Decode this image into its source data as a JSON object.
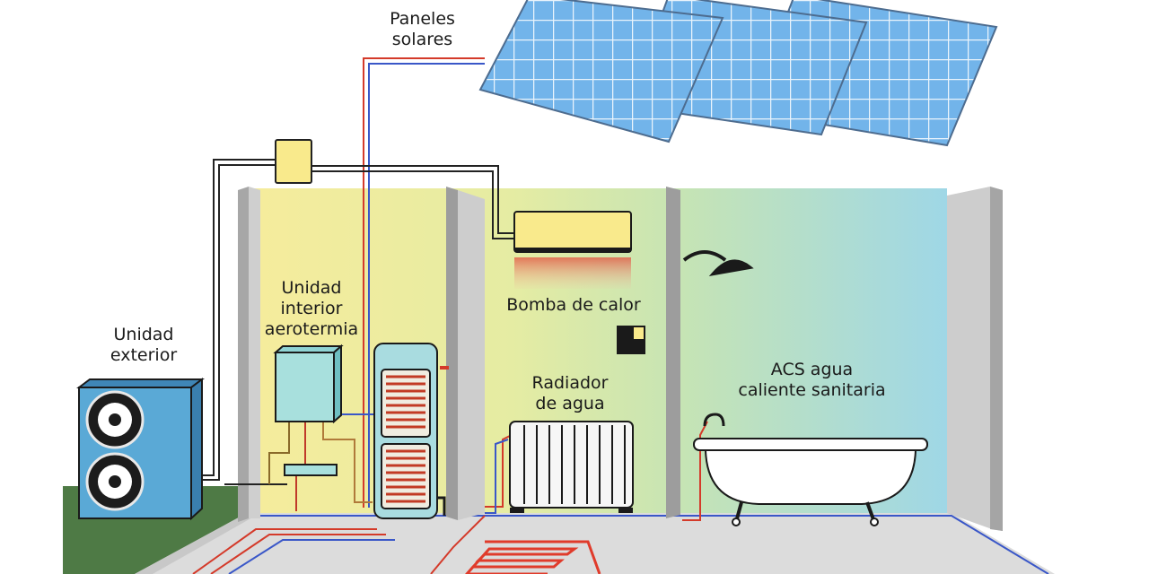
{
  "labels": {
    "solar_panels": [
      "Paneles",
      "solares"
    ],
    "outdoor_unit": [
      "Unidad",
      "exterior"
    ],
    "indoor_unit": [
      "Unidad",
      "interior",
      "aerotermia"
    ],
    "heat_pump": "Bomba de calor",
    "water_radiator": [
      "Radiador",
      "de agua"
    ],
    "acs": [
      "ACS agua",
      "caliente sanitaria"
    ]
  },
  "colors": {
    "room_yellow": "#f6ec9c",
    "room_green": "#cfe6a8",
    "room_blue": "#9fd7e6",
    "unit_blue": "#5aa9d6",
    "panel_blue": "#6fb2e8",
    "box_yellow": "#f9ea8c",
    "hot_pipe": "#d43a2a",
    "cold_pipe": "#3a57c8",
    "floor_heating_red": "#e03b2b",
    "wall_grey": "#a7a7a7"
  }
}
